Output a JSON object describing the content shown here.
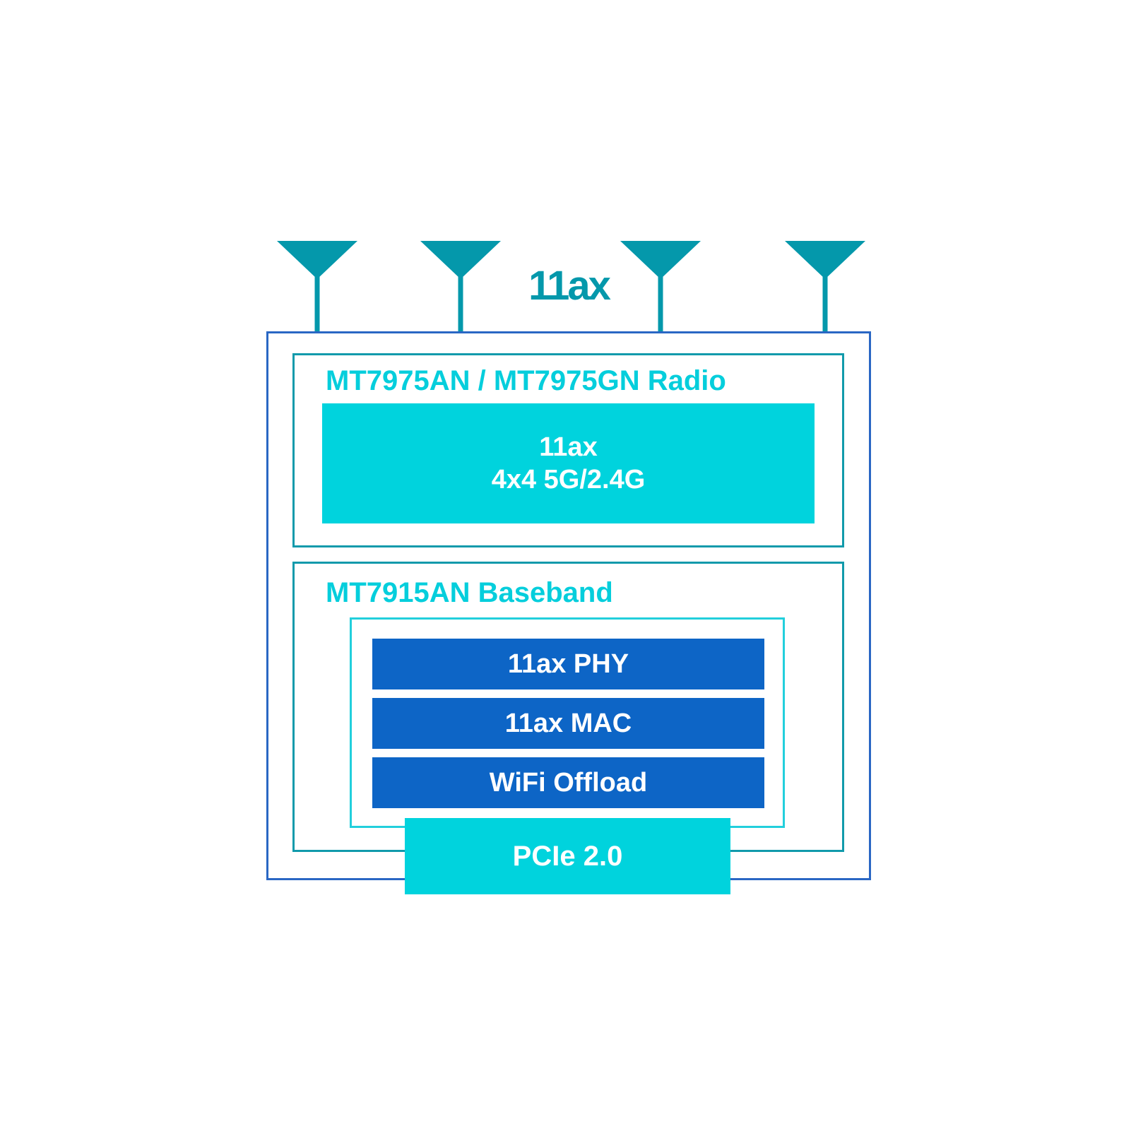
{
  "header": {
    "label": "11ax"
  },
  "radio": {
    "title": "MT7975AN / MT7975GN Radio",
    "core_line1": "11ax",
    "core_line2": "4x4 5G/2.4G"
  },
  "baseband": {
    "title": "MT7915AN Baseband",
    "blocks": [
      "11ax PHY",
      "11ax MAC",
      "WiFi Offload"
    ]
  },
  "interface": {
    "label": "PCIe 2.0"
  },
  "colors": {
    "antenna": "#0498ab",
    "chip_outline": "#2a67c4",
    "section_outline": "#119aab",
    "inner_outline": "#22cfdc",
    "title_text": "#05cedc",
    "cyan_fill": "#00d3dd",
    "blue_fill": "#0d65c6"
  }
}
